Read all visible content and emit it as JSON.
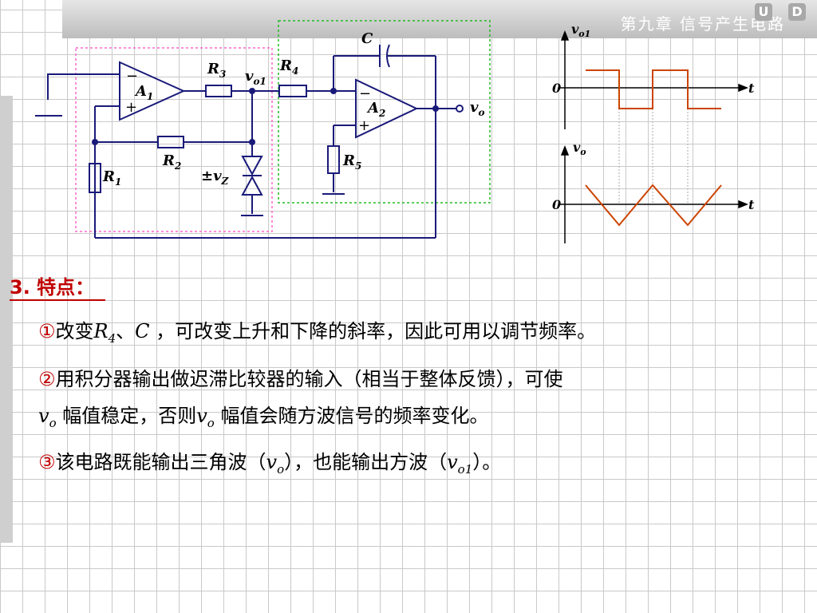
{
  "header": {
    "chapter_title": "第九章  信号产生电路",
    "nav_up": "U",
    "nav_down": "D"
  },
  "circuit": {
    "A1": "A",
    "A1_sub": "1",
    "A2": "A",
    "A2_sub": "2",
    "R1": "R",
    "R1_sub": "1",
    "R2": "R",
    "R2_sub": "2",
    "R3": "R",
    "R3_sub": "3",
    "R4": "R",
    "R4_sub": "4",
    "R5": "R",
    "R5_sub": "5",
    "C": "C",
    "vo1": "v",
    "vo1_sub": "o1",
    "vo": "v",
    "vo_sub": "o",
    "vz_pm": "±v",
    "vz_sub": "Z",
    "minus": "−",
    "plus": "+"
  },
  "waveforms": {
    "top_ylabel": "v",
    "top_ylabel_sub": "o1",
    "bottom_ylabel": "v",
    "bottom_ylabel_sub": "o",
    "zero": "0",
    "t": "t"
  },
  "section": {
    "title": "3. 特点："
  },
  "points": {
    "p1_num": "①",
    "p1_a": "改变",
    "p1_R": "R",
    "p1_R_sub": "4",
    "p1_b": "、",
    "p1_C": "C",
    "p1_c": " ，可改变上升和下降的斜率，因此可用以调节频率。",
    "p2_num": "②",
    "p2_a": "用积分器输出做迟滞比较器的输入（相当于整体反馈），可使",
    "p2_v": "v",
    "p2_v_sub": "o",
    "p2_b": " 幅值稳定，否则",
    "p2_v2": "v",
    "p2_v2_sub": "o",
    "p2_c": " 幅值会随方波信号的频率变化。",
    "p3_num": "③",
    "p3_a": "该电路既能输出三角波（",
    "p3_v": "v",
    "p3_v_sub": "o",
    "p3_b": "），也能输出方波（",
    "p3_v2": "v",
    "p3_v2_sub": "o1",
    "p3_c": "）。"
  }
}
